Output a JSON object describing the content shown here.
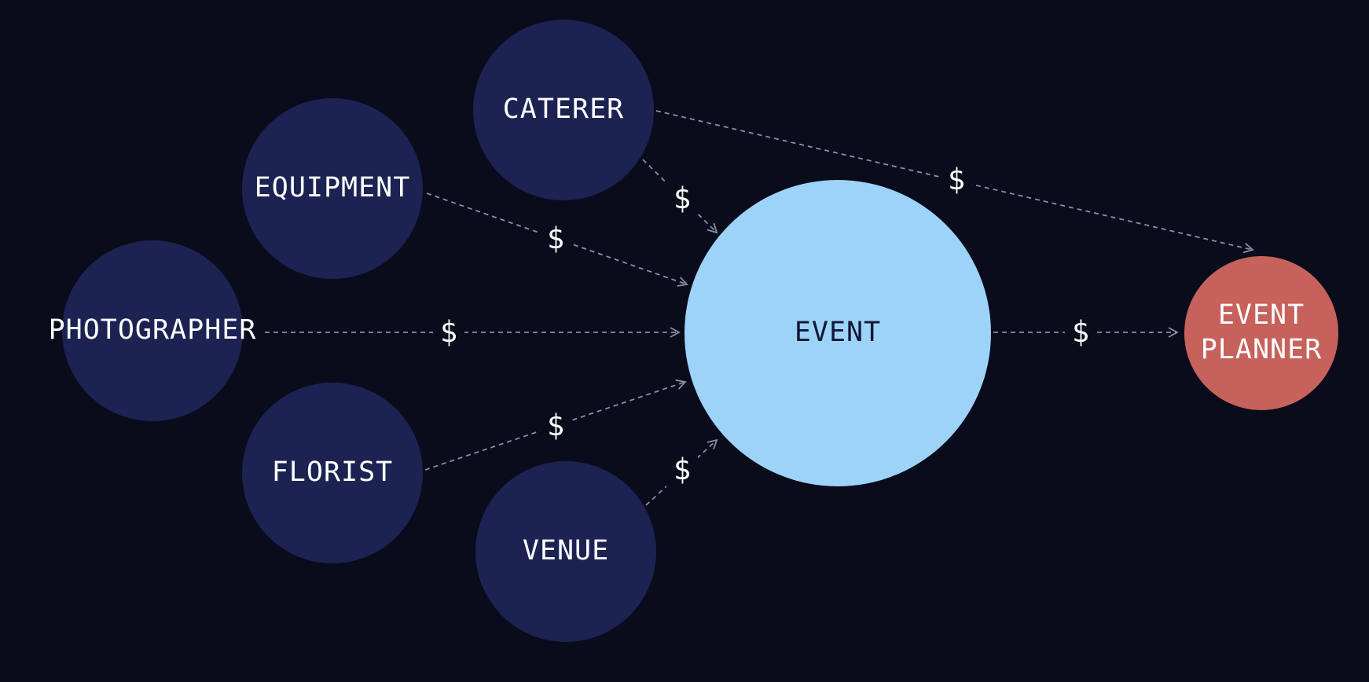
{
  "diagram": {
    "colors": {
      "background": "#0a0c1b",
      "supplier_fill": "#1c2352",
      "event_fill": "#9dd3f9",
      "planner_fill": "#c6615b",
      "arrow": "#8a8ea4"
    },
    "nodes": {
      "caterer": "CATERER",
      "equipment": "EQUIPMENT",
      "photographer": "PHOTOGRAPHER",
      "florist": "FLORIST",
      "venue": "VENUE",
      "event": "EVENT",
      "event_planner_line1": "EVENT",
      "event_planner_line2": "PLANNER"
    },
    "flow_label": "$"
  }
}
